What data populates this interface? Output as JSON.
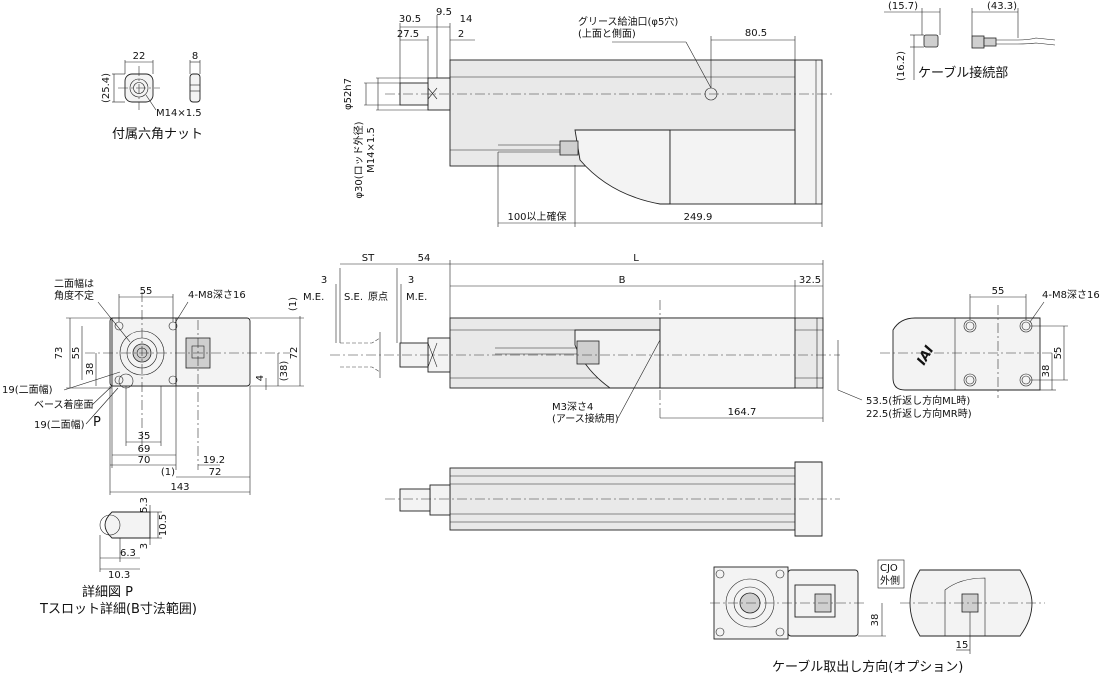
{
  "captions": {
    "hex_nut": "付属六角ナット",
    "cable_connection": "ケーブル接続部",
    "detail_p": "詳細図 P",
    "tslot": "Tスロット詳細(B寸法範囲)",
    "cable_option": "ケーブル取出し方向(オプション)",
    "cjo": "CJO",
    "cjo_sub": "外側"
  },
  "labels": {
    "grease": "グリース給油口(φ5穴)",
    "grease_sub": "(上面と側面)",
    "secure": "100以上確保",
    "two_face_line1": "二面幅は",
    "two_face_line2": "角度不定",
    "tap_top": "4-M8深さ16",
    "tap_right": "4-M8深さ16",
    "two_face1": "19(二面幅)",
    "base_face": "ベース着座面",
    "two_face2": "19(二面幅)",
    "p_mark": "P",
    "me_left": "M.E.",
    "se": "S.E.",
    "origin": "原点",
    "me_right": "M.E.",
    "ground": "M3深さ4",
    "ground_sub": "(アース接続用)",
    "ml": "53.5(折返し方向ML時)",
    "mr": "22.5(折返し方向MR時)",
    "dia52": "φ52h7",
    "dia30": "φ30(ロッド外径)",
    "m14_rod": "M14×1.5",
    "m14_nut": "M14×1.5",
    "logo": "IAI"
  },
  "dims": {
    "d30_5": "30.5",
    "d9_5": "9.5",
    "d14": "14",
    "d27_5": "27.5",
    "d2": "2",
    "d80_5": "80.5",
    "d249_9": "249.9",
    "nut22": "22",
    "nut8": "8",
    "nut25_4": "(25.4)",
    "c15_7": "(15.7)",
    "c43_3": "(43.3)",
    "c16_2": "(16.2)",
    "st": "ST",
    "d54": "54",
    "L": "L",
    "B": "B",
    "d32_5": "32.5",
    "d3a": "3",
    "d3b": "3",
    "d164_7": "164.7",
    "f55": "55",
    "f73": "73",
    "f55v": "55",
    "f38": "38",
    "f1": "(1)",
    "f72v": "72",
    "f38p": "(38)",
    "f4": "4",
    "f35": "35",
    "f69": "69",
    "f70": "70",
    "f1b": "(1)",
    "f19_2": "19.2",
    "f72": "72",
    "f143": "143",
    "r55": "55",
    "r55v": "55",
    "r38": "38",
    "t5_3": "5.3",
    "t10_5": "10.5",
    "t3": "3",
    "t6_3": "6.3",
    "t10_3": "10.3",
    "o38": "38",
    "o15": "15"
  }
}
